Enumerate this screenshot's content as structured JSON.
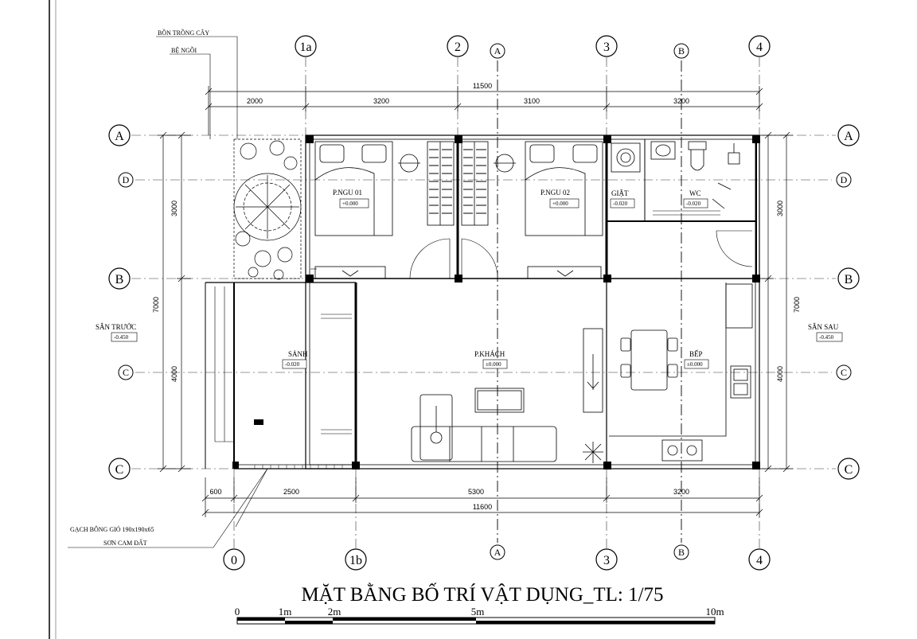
{
  "title": "MẶT BẰNG BỐ TRÍ VẬT DỤNG_TL: 1/75",
  "scale_bar": {
    "ticks": [
      "0",
      "1m",
      "2m",
      "5m",
      "10m"
    ]
  },
  "grid_top": [
    "1a",
    "2",
    "3",
    "4"
  ],
  "grid_bottom": [
    "0",
    "1b",
    "3",
    "4"
  ],
  "grid_left": [
    "A",
    "D",
    "B",
    "C",
    "C"
  ],
  "grid_right": [
    "A",
    "D",
    "B",
    "C",
    "C"
  ],
  "section_marks": {
    "A": "A",
    "B": "B"
  },
  "dims_top": {
    "total": "11500",
    "parts": [
      "2000",
      "3200",
      "3100",
      "3200"
    ]
  },
  "dims_bottom": {
    "total": "11600",
    "parts": [
      "600",
      "2500",
      "5300",
      "3200"
    ]
  },
  "dims_left": [
    "3000",
    "7000",
    "4000"
  ],
  "dims_right": [
    "3000",
    "7000",
    "4000"
  ],
  "rooms": {
    "png1": {
      "name": "P.NGU 01",
      "level": "+0.000"
    },
    "png2": {
      "name": "P.NGU 02",
      "level": "+0.000"
    },
    "giat": {
      "name": "GIẶT",
      "level": "-0.020"
    },
    "wc": {
      "name": "WC",
      "level": "-0.020"
    },
    "sanh": {
      "name": "SẢNH",
      "level": "-0.020"
    },
    "khach": {
      "name": "P.KHÁCH",
      "level": "±0.000"
    },
    "bep": {
      "name": "BẾP",
      "level": "±0.000"
    },
    "san_truoc": {
      "name": "SÂN TRƯỚC",
      "level": "-0.450"
    },
    "san_sau": {
      "name": "SÂN SAU",
      "level": "-0.450"
    }
  },
  "notes": {
    "bon_trong_cay": "BỒN TRỒNG CÂY",
    "be_ngoi": "BỆ NGỒI",
    "gach_bong_gio": "GẠCH BÔNG GIÓ 190x190x65",
    "son_cam_dat": "SƠN CAM ĐẤT"
  }
}
